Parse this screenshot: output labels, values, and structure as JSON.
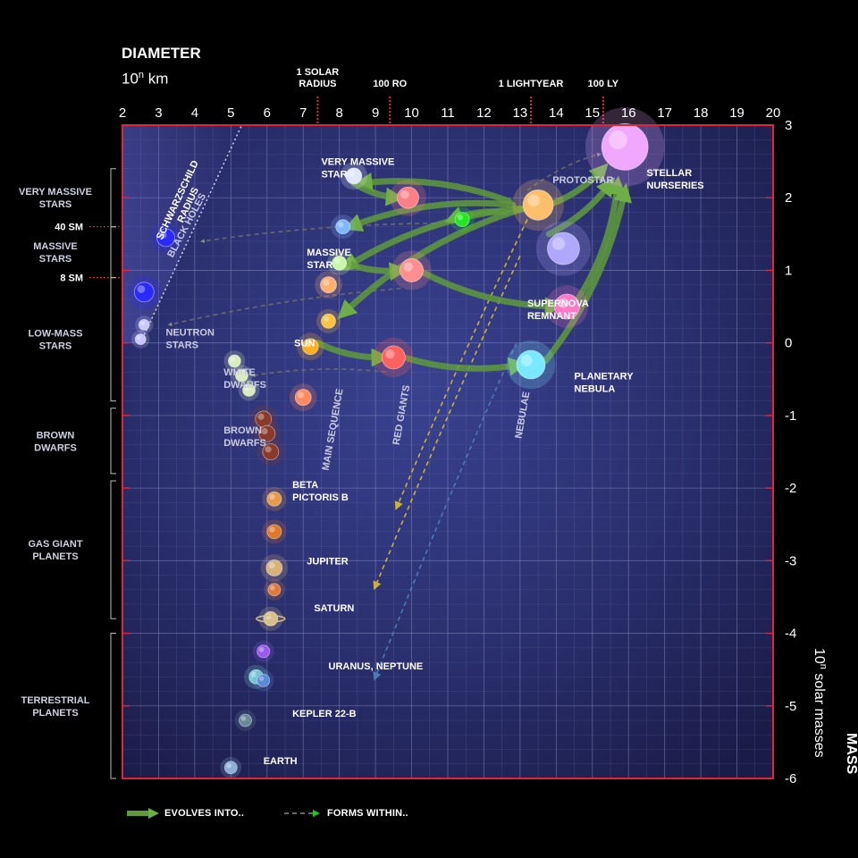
{
  "header": {
    "x_title": "DIAMETER",
    "x_unit_base": "10",
    "x_unit_exp": "n",
    "x_unit_rest": " km",
    "y_title": "MASS",
    "y_unit_base": "10",
    "y_unit_exp": "n",
    "y_unit_rest": " solar masses"
  },
  "legend": {
    "evolves": "EVOLVES INTO..",
    "forms": "FORMS WITHIN.."
  },
  "colors": {
    "background": "#000000",
    "plot_bg": "#2a2f6e",
    "frame": "#e0243c",
    "grid": "#8f94c8",
    "evolve_arrow": "#5f9a3c",
    "forms_arrow": "#c8b23a",
    "highlight": "#22e622",
    "reference": "#e0243c",
    "label": "#ffffff",
    "label_dim": "#c9cbe0"
  },
  "chart_data": {
    "type": "scatter",
    "xlim": [
      2,
      20
    ],
    "ylim": [
      -6,
      3
    ],
    "xticks": [
      "2",
      "3",
      "4",
      "5",
      "6",
      "7",
      "8",
      "9",
      "10",
      "11",
      "12",
      "13",
      "14",
      "15",
      "16",
      "17",
      "18",
      "19",
      "20"
    ],
    "yticks": [
      "3",
      "2",
      "1",
      "0",
      "-1",
      "-2",
      "-3",
      "-4",
      "-5",
      "-6"
    ],
    "grid": true,
    "x_scale": "log10 (km)",
    "y_scale": "log10 (solar masses)",
    "reference_lines": [
      {
        "label": "1 SOLAR\nRADIUS",
        "x": 7.4
      },
      {
        "label": "100 RO",
        "x": 9.4
      },
      {
        "label": "1 LIGHTYEAR",
        "x": 13.3
      },
      {
        "label": "100 LY",
        "x": 15.3
      }
    ],
    "mass_markers": [
      {
        "label": "40 SM",
        "y": 1.6
      },
      {
        "label": "8 SM",
        "y": 0.9
      }
    ],
    "categories": [
      {
        "label": "VERY MASSIVE\nSTARS",
        "y_top": 2.4,
        "y_bottom": 1.6
      },
      {
        "label": "MASSIVE\nSTARS",
        "y_top": 1.6,
        "y_bottom": 0.9
      },
      {
        "label": "LOW-MASS\nSTARS",
        "y_top": 0.9,
        "y_bottom": -0.8
      },
      {
        "label": "BROWN\nDWARFS",
        "y_top": -0.9,
        "y_bottom": -1.8
      },
      {
        "label": "GAS GIANT\nPLANETS",
        "y_top": -1.9,
        "y_bottom": -3.8
      },
      {
        "label": "TERRESTRIAL\nPLANETS",
        "y_top": -4.0,
        "y_bottom": -6.0
      }
    ],
    "points": [
      {
        "name": "very-massive-star-a",
        "x": 8.4,
        "y": 2.3,
        "r": 9,
        "color": "#dfe8ff"
      },
      {
        "name": "very-massive-star-red",
        "x": 9.9,
        "y": 2.0,
        "r": 12,
        "color": "#ff7f86"
      },
      {
        "name": "very-massive-star-b",
        "x": 8.1,
        "y": 1.6,
        "r": 8,
        "color": "#7fb8ff"
      },
      {
        "name": "green-marker",
        "x": 11.4,
        "y": 1.7,
        "r": 8,
        "color": "#22e622"
      },
      {
        "name": "massive-star-a",
        "x": 8.0,
        "y": 1.1,
        "r": 8,
        "color": "#c9f7a8"
      },
      {
        "name": "massive-star-red",
        "x": 10.0,
        "y": 1.0,
        "r": 13,
        "color": "#ff8f8f"
      },
      {
        "name": "massive-star-b",
        "x": 7.7,
        "y": 0.8,
        "r": 9,
        "color": "#ffb070"
      },
      {
        "name": "lowmass-star-a",
        "x": 7.7,
        "y": 0.3,
        "r": 8,
        "color": "#ffc240"
      },
      {
        "name": "sun",
        "x": 7.2,
        "y": -0.05,
        "r": 9,
        "color": "#ffb020"
      },
      {
        "name": "red-giant-sun",
        "x": 9.5,
        "y": -0.2,
        "r": 13,
        "color": "#ff6060"
      },
      {
        "name": "small-star",
        "x": 7.0,
        "y": -0.75,
        "r": 9,
        "color": "#ff8a60"
      },
      {
        "name": "white-dwarf-a",
        "x": 5.1,
        "y": -0.25,
        "r": 7,
        "color": "#d8ecc0"
      },
      {
        "name": "white-dwarf-b",
        "x": 5.3,
        "y": -0.45,
        "r": 7,
        "color": "#d8ecc0"
      },
      {
        "name": "white-dwarf-c",
        "x": 5.5,
        "y": -0.65,
        "r": 7,
        "color": "#d8ecc0"
      },
      {
        "name": "brown-dwarf-a",
        "x": 5.9,
        "y": -1.05,
        "r": 9,
        "color": "#8a3a2a"
      },
      {
        "name": "brown-dwarf-b",
        "x": 6.0,
        "y": -1.25,
        "r": 9,
        "color": "#8a3a2a"
      },
      {
        "name": "brown-dwarf-c",
        "x": 6.1,
        "y": -1.5,
        "r": 9,
        "color": "#8a3a2a"
      },
      {
        "name": "neutron-star-a",
        "x": 2.6,
        "y": 0.25,
        "r": 6,
        "color": "#c8c8ff"
      },
      {
        "name": "neutron-star-b",
        "x": 2.5,
        "y": 0.05,
        "r": 6,
        "color": "#c8c8ff"
      },
      {
        "name": "black-hole-a",
        "x": 3.2,
        "y": 1.45,
        "r": 10,
        "color": "#2a2aff"
      },
      {
        "name": "black-hole-b",
        "x": 2.6,
        "y": 0.7,
        "r": 11,
        "color": "#2a2aff"
      },
      {
        "name": "beta-pictoris-b",
        "x": 6.2,
        "y": -2.15,
        "r": 8,
        "color": "#e89a4a"
      },
      {
        "name": "gas-giant",
        "x": 6.2,
        "y": -2.6,
        "r": 8,
        "color": "#e0782a"
      },
      {
        "name": "jupiter",
        "x": 6.2,
        "y": -3.1,
        "r": 9,
        "color": "#d8b07a"
      },
      {
        "name": "gas-giant-b",
        "x": 6.2,
        "y": -3.4,
        "r": 7,
        "color": "#e07a3a"
      },
      {
        "name": "saturn",
        "x": 6.1,
        "y": -3.8,
        "r": 8,
        "color": "#d8c08a"
      },
      {
        "name": "purple-planet",
        "x": 5.9,
        "y": -4.25,
        "r": 7,
        "color": "#9a5af0"
      },
      {
        "name": "uranus",
        "x": 5.7,
        "y": -4.6,
        "r": 8,
        "color": "#7ad0d8"
      },
      {
        "name": "neptune",
        "x": 5.9,
        "y": -4.65,
        "r": 7,
        "color": "#5a8ad8"
      },
      {
        "name": "kepler-22b",
        "x": 5.4,
        "y": -5.2,
        "r": 7,
        "color": "#6a8a9a"
      },
      {
        "name": "earth",
        "x": 5.0,
        "y": -5.85,
        "r": 7,
        "color": "#8ab0d8"
      },
      {
        "name": "protostar",
        "x": 13.5,
        "y": 1.9,
        "r": 17,
        "color": "#ffbe6a"
      },
      {
        "name": "stellar-nursery",
        "x": 15.9,
        "y": 2.7,
        "r": 26,
        "color": "#f0a8ff"
      },
      {
        "name": "supernova-burst",
        "x": 14.2,
        "y": 1.3,
        "r": 18,
        "color": "#b0a8ff"
      },
      {
        "name": "supernova-remnant",
        "x": 14.3,
        "y": 0.5,
        "r": 14,
        "color": "#ff78c8"
      },
      {
        "name": "planetary-nebula",
        "x": 13.3,
        "y": -0.3,
        "r": 16,
        "color": "#7ae8ff"
      }
    ],
    "labels": [
      {
        "name": "label-very-massive-star",
        "text": "VERY MASSIVE\nSTAR",
        "x": 7.5,
        "y": 2.45,
        "dim": false
      },
      {
        "name": "label-massive-star",
        "text": "MASSIVE\nSTAR",
        "x": 7.1,
        "y": 1.2,
        "dim": false
      },
      {
        "name": "label-sun",
        "text": "SUN",
        "x": 6.75,
        "y": -0.05,
        "dim": false
      },
      {
        "name": "label-white-dwarfs",
        "text": "WHITE\nDWARFS",
        "x": 4.8,
        "y": -0.45,
        "dim": true
      },
      {
        "name": "label-brown-dwarfs-sub",
        "text": "BROWN\nDWARFS",
        "x": 4.8,
        "y": -1.25,
        "dim": true
      },
      {
        "name": "label-neutron-stars",
        "text": "NEUTRON\nSTARS",
        "x": 3.2,
        "y": 0.1,
        "dim": true
      },
      {
        "name": "label-protostar",
        "text": "PROTOSTAR",
        "x": 13.9,
        "y": 2.2,
        "dim": true
      },
      {
        "name": "label-stellar-nurseries",
        "text": "STELLAR\nNURSERIES",
        "x": 16.5,
        "y": 2.3,
        "dim": false
      },
      {
        "name": "label-supernova-remnant",
        "text": "SUPERNOVA\nREMNANT",
        "x": 13.2,
        "y": 0.5,
        "dim": false
      },
      {
        "name": "label-planetary-nebula",
        "text": "PLANETARY\nNEBULA",
        "x": 14.5,
        "y": -0.5,
        "dim": false
      },
      {
        "name": "label-beta-pictoris-b",
        "text": "BETA\nPICTORIS B",
        "x": 6.7,
        "y": -2.0,
        "dim": false
      },
      {
        "name": "label-jupiter",
        "text": "JUPITER",
        "x": 7.1,
        "y": -3.05,
        "dim": false
      },
      {
        "name": "label-saturn",
        "text": "SATURN",
        "x": 7.3,
        "y": -3.7,
        "dim": false
      },
      {
        "name": "label-uranus-neptune",
        "text": "URANUS, NEPTUNE",
        "x": 7.7,
        "y": -4.5,
        "dim": false
      },
      {
        "name": "label-kepler-22b",
        "text": "KEPLER 22-B",
        "x": 6.7,
        "y": -5.15,
        "dim": false
      },
      {
        "name": "label-earth",
        "text": "EARTH",
        "x": 5.9,
        "y": -5.8,
        "dim": false
      }
    ],
    "rotated_labels": [
      {
        "name": "label-schwarzschild-radius",
        "text": "SCHWARZSCHILD\nRADIUS",
        "x": 3.6,
        "y": 1.95,
        "angle": -65,
        "dim": false
      },
      {
        "name": "label-black-holes",
        "text": "BLACK HOLES",
        "x": 3.85,
        "y": 1.6,
        "angle": -62,
        "dim": true
      },
      {
        "name": "label-main-sequence",
        "text": "MAIN SEQUENCE",
        "x": 7.9,
        "y": -1.2,
        "angle": -80,
        "dim": true
      },
      {
        "name": "label-red-giants",
        "text": "RED GIANTS",
        "x": 9.8,
        "y": -1.0,
        "angle": -80,
        "dim": true
      },
      {
        "name": "label-nebulae",
        "text": "NEBULAE",
        "x": 13.15,
        "y": -1.0,
        "angle": -80,
        "dim": true
      }
    ],
    "schwarzschild_line": [
      [
        2.5,
        0.0
      ],
      [
        5.3,
        3.0
      ]
    ],
    "evolves_into": [
      {
        "from": [
          12.7,
          1.95
        ],
        "to": [
          8.6,
          2.2
        ]
      },
      {
        "from": [
          12.8,
          1.9
        ],
        "to": [
          8.3,
          1.6
        ]
      },
      {
        "from": [
          13.0,
          1.85
        ],
        "to": [
          8.2,
          1.05
        ]
      },
      {
        "from": [
          13.1,
          1.85
        ],
        "to": [
          8.1,
          0.4
        ]
      },
      {
        "from": [
          12.6,
          1.8
        ],
        "to": [
          11.1,
          1.7
        ]
      },
      {
        "from": [
          8.4,
          2.2
        ],
        "to": [
          9.6,
          2.0
        ]
      },
      {
        "from": [
          8.2,
          1.1
        ],
        "to": [
          9.7,
          1.0
        ]
      },
      {
        "from": [
          7.4,
          0.0
        ],
        "to": [
          9.2,
          -0.2
        ]
      },
      {
        "from": [
          10.2,
          1.0
        ],
        "to": [
          14.0,
          0.5
        ]
      },
      {
        "from": [
          9.8,
          -0.2
        ],
        "to": [
          13.0,
          -0.3
        ]
      },
      {
        "from": [
          13.8,
          1.5
        ],
        "to": [
          15.5,
          2.2
        ]
      },
      {
        "from": [
          14.6,
          0.6
        ],
        "to": [
          15.7,
          2.2
        ]
      },
      {
        "from": [
          13.7,
          -0.25
        ],
        "to": [
          15.9,
          2.1
        ]
      },
      {
        "from": [
          13.8,
          1.9
        ],
        "to": [
          15.3,
          2.4
        ]
      }
    ],
    "forms_within": [
      {
        "from": [
          11.1,
          1.65
        ],
        "to": [
          4.2,
          1.4
        ],
        "color": "#6a6a6a"
      },
      {
        "from": [
          9.7,
          0.75
        ],
        "to": [
          3.3,
          0.25
        ],
        "color": "#6a6a6a"
      },
      {
        "from": [
          9.3,
          -0.4
        ],
        "to": [
          5.6,
          -0.45
        ],
        "color": "#6a6a6a"
      },
      {
        "from": [
          13.2,
          1.7
        ],
        "to": [
          9.6,
          -2.25
        ],
        "color": "#c8b23a"
      },
      {
        "from": [
          13.0,
          1.2
        ],
        "to": [
          9.0,
          -3.35
        ],
        "color": "#c8b23a"
      },
      {
        "from": [
          12.9,
          0.0
        ],
        "to": [
          9.0,
          -4.6
        ],
        "color": "#3a6a9a"
      },
      {
        "from": [
          13.2,
          2.1
        ],
        "to": [
          15.2,
          2.6
        ],
        "color": "#6a6a6a"
      }
    ]
  }
}
